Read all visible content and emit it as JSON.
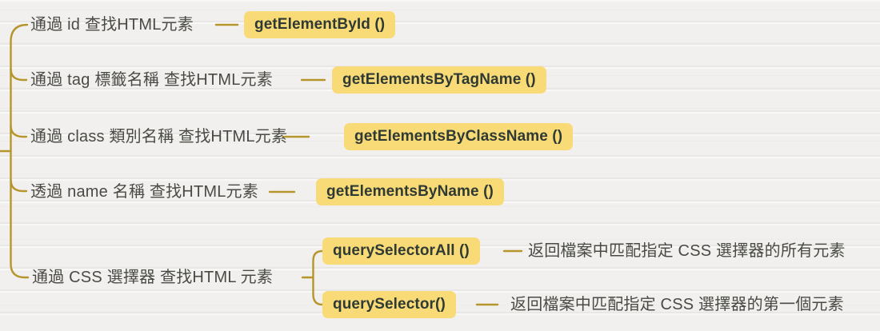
{
  "diagram": {
    "type": "mindmap",
    "topic": "finding HTML elements (DOM selection methods)",
    "colors": {
      "background": "#f1f0ee",
      "connector_line": "#b6962c",
      "node_background": "#f8db76",
      "node_text": "#2f3a35",
      "label_text": "#4a4a45"
    }
  },
  "branches": [
    {
      "label": "通過 id 查找HTML元素",
      "method": "getElementById ()"
    },
    {
      "label": "通過 tag 標籤名稱 查找HTML元素",
      "method": "getElementsByTagName ()"
    },
    {
      "label": "通過 class 類別名稱 查找HTML元素",
      "method": "getElementsByClassName ()"
    },
    {
      "label": "透過 name 名稱 查找HTML元素",
      "method": "getElementsByName ()"
    },
    {
      "label": "通過 CSS 選擇器 查找HTML 元素",
      "children": [
        {
          "method": "querySelectorAll ()",
          "description": "返回檔案中匹配指定 CSS 選擇器的所有元素"
        },
        {
          "method": "querySelector()",
          "description": "返回檔案中匹配指定 CSS 選擇器的第一個元素"
        }
      ]
    }
  ]
}
